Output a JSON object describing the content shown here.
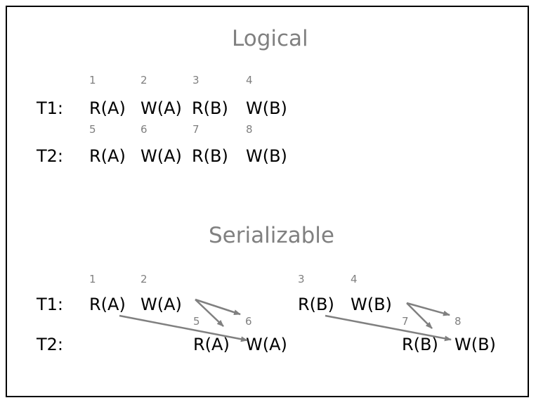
{
  "logical": {
    "title": "Logical",
    "t1": {
      "label": "T1:",
      "numbers": [
        "1",
        "2",
        "3",
        "4"
      ],
      "ops": [
        "R(A)",
        "W(A)",
        "R(B)",
        "W(B)"
      ]
    },
    "t2": {
      "label": "T2:",
      "numbers": [
        "5",
        "6",
        "7",
        "8"
      ],
      "ops": [
        "R(A)",
        "W(A)",
        "R(B)",
        "W(B)"
      ]
    }
  },
  "serializable": {
    "title": "Serializable",
    "t1": {
      "label": "T1:",
      "numbers": [
        "1",
        "2",
        "3",
        "4"
      ],
      "ops": [
        "R(A)",
        "W(A)",
        "R(B)",
        "W(B)"
      ]
    },
    "t2": {
      "label": "T2:",
      "numbers": [
        "5",
        "6",
        "7",
        "8"
      ],
      "ops": [
        "R(A)",
        "W(A)",
        "R(B)",
        "W(B)"
      ]
    }
  },
  "colors": {
    "title": "#808080",
    "number": "#808080",
    "text": "#000000",
    "arrow": "#808080",
    "border": "#000000"
  }
}
